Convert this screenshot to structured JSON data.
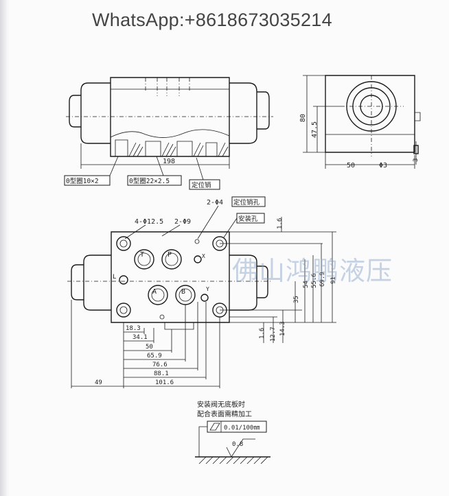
{
  "header": {
    "contact": "WhatsApp:+8618673035214"
  },
  "watermark": {
    "text": "佛山鸿鹏液压"
  },
  "front_view": {
    "dim_length": "198",
    "label_oring_small": "0型圈10×2",
    "label_oring_large": "0型圈22×2.5",
    "label_locating_pin": "定位销"
  },
  "side_view": {
    "dim_height": "80",
    "dim_center": "47.5",
    "dim_width": "50",
    "dim_pin_dia": "Φ3",
    "dim_pin_offset": "3"
  },
  "plan_view": {
    "label_holes_big": "4-Φ12.5",
    "label_holes_small": "2-Φ9",
    "label_pin_holes_count": "2-Φ4",
    "label_pin_holes": "定位销孔",
    "label_mount_holes": "安装孔",
    "port_t": "T",
    "port_p": "P",
    "port_a": "A",
    "port_b": "B",
    "port_x": "X",
    "port_y": "Y",
    "port_l": "L",
    "dims_right": [
      "1.6",
      "35",
      "54",
      "55.6",
      "69.9",
      "91"
    ],
    "dims_bottom_right": [
      "1.6",
      "12.7",
      "14.3"
    ],
    "dims_bottom": [
      "18.3",
      "34.1",
      "50",
      "65.9",
      "76.6",
      "88.1",
      "101.6"
    ],
    "dim_left": "49"
  },
  "surface_note": {
    "line1": "安装阀无底板时",
    "line2": "配合表面需精加工",
    "flatness": "0.01/100㎜",
    "roughness": "0.8"
  }
}
